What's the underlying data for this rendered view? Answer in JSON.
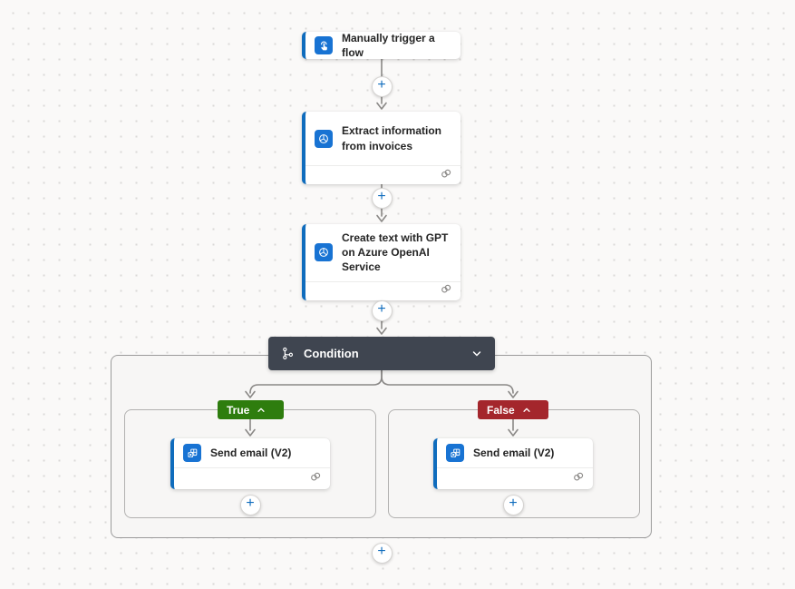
{
  "canvas": {
    "background": "#faf9f8",
    "dot_color": "#dbd9d7"
  },
  "colors": {
    "accent_blue": "#0f6cbd",
    "icon_blue": "#1873d3",
    "connector_gray": "#8a8886",
    "condition_header_bg": "#3f4550",
    "true_badge_bg": "#2e7d0e",
    "false_badge_bg": "#a4262c"
  },
  "nodes": {
    "trigger": {
      "title": "Manually trigger a flow",
      "icon": "hand-tap-icon"
    },
    "extract": {
      "title": "Extract information from invoices",
      "icon": "ai-builder-icon"
    },
    "gpt": {
      "title": "Create text with GPT on Azure OpenAI Service",
      "icon": "ai-builder-icon"
    },
    "condition": {
      "title": "Condition",
      "icon": "branch-icon"
    },
    "send_email_true": {
      "title": "Send email (V2)",
      "icon": "outlook-icon"
    },
    "send_email_false": {
      "title": "Send email (V2)",
      "icon": "outlook-icon"
    }
  },
  "branches": {
    "true_label": "True",
    "false_label": "False"
  },
  "icons": {
    "plus": "+"
  }
}
